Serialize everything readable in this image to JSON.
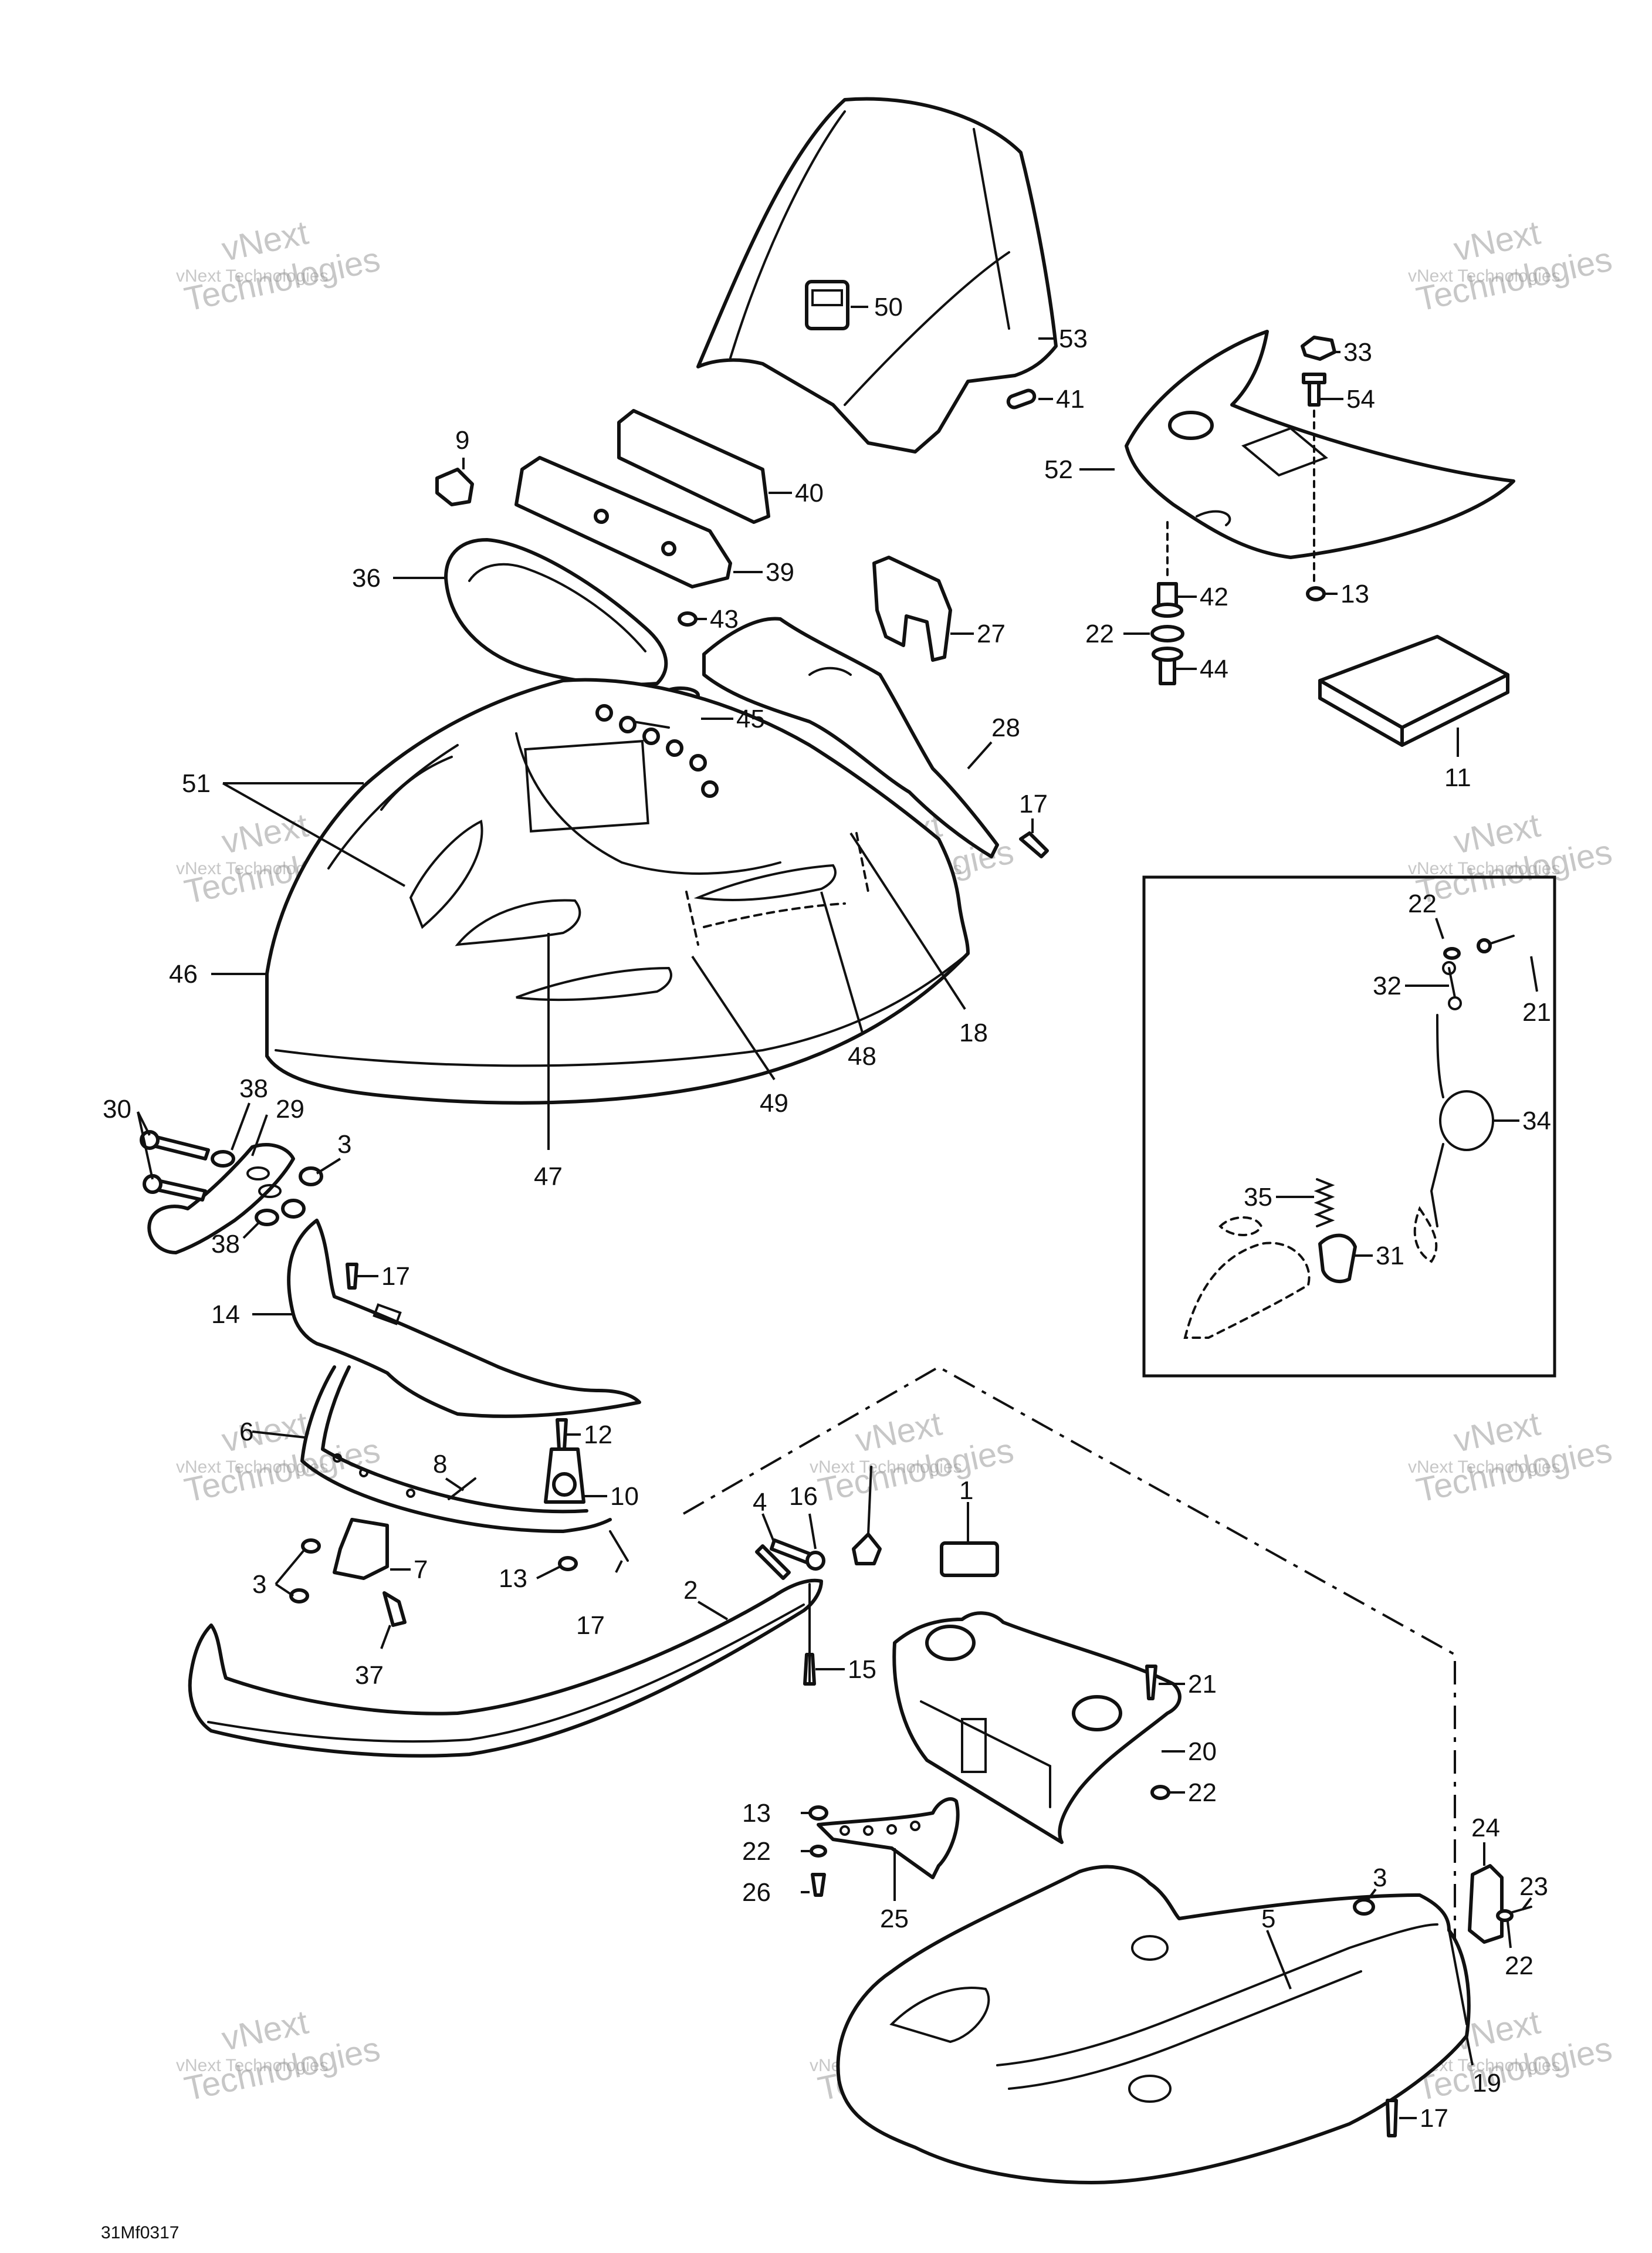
{
  "figure_code": "31Mf0317",
  "watermark": {
    "line1": "vNext",
    "line2": "Technologies",
    "line3": "vNext Technologies"
  },
  "callouts": {
    "c50": "50",
    "c53": "53",
    "c41": "41",
    "c33": "33",
    "c54": "54",
    "c52": "52",
    "c9": "9",
    "c40": "40",
    "c39": "39",
    "c36": "36",
    "c43": "43",
    "c27": "27",
    "c42": "42",
    "c13a": "13",
    "c22a": "22",
    "c44": "44",
    "c45": "45",
    "c11": "11",
    "c28": "28",
    "c51": "51",
    "c17a": "17",
    "c46": "46",
    "c47": "47",
    "c49": "49",
    "c48": "48",
    "c18": "18",
    "c22b": "22",
    "c32": "32",
    "c21a": "21",
    "c34": "34",
    "c35": "35",
    "c31": "31",
    "c30": "30",
    "c38a": "38",
    "c29": "29",
    "c3a": "3",
    "c38b": "38",
    "c17b": "17",
    "c14": "14",
    "c6": "6",
    "c12": "12",
    "c8": "8",
    "c10": "10",
    "c4": "4",
    "c16": "16",
    "c1": "1",
    "c3b": "3",
    "c7": "7",
    "c13b": "13",
    "c17c": "17",
    "c2": "2",
    "c37": "37",
    "c15": "15",
    "c21b": "21",
    "c20": "20",
    "c22c": "22",
    "c13c": "13",
    "c22d": "22",
    "c26": "26",
    "c25": "25",
    "c24": "24",
    "c3c": "3",
    "c5": "5",
    "c23": "23",
    "c22e": "22",
    "c19": "19",
    "c17d": "17"
  }
}
